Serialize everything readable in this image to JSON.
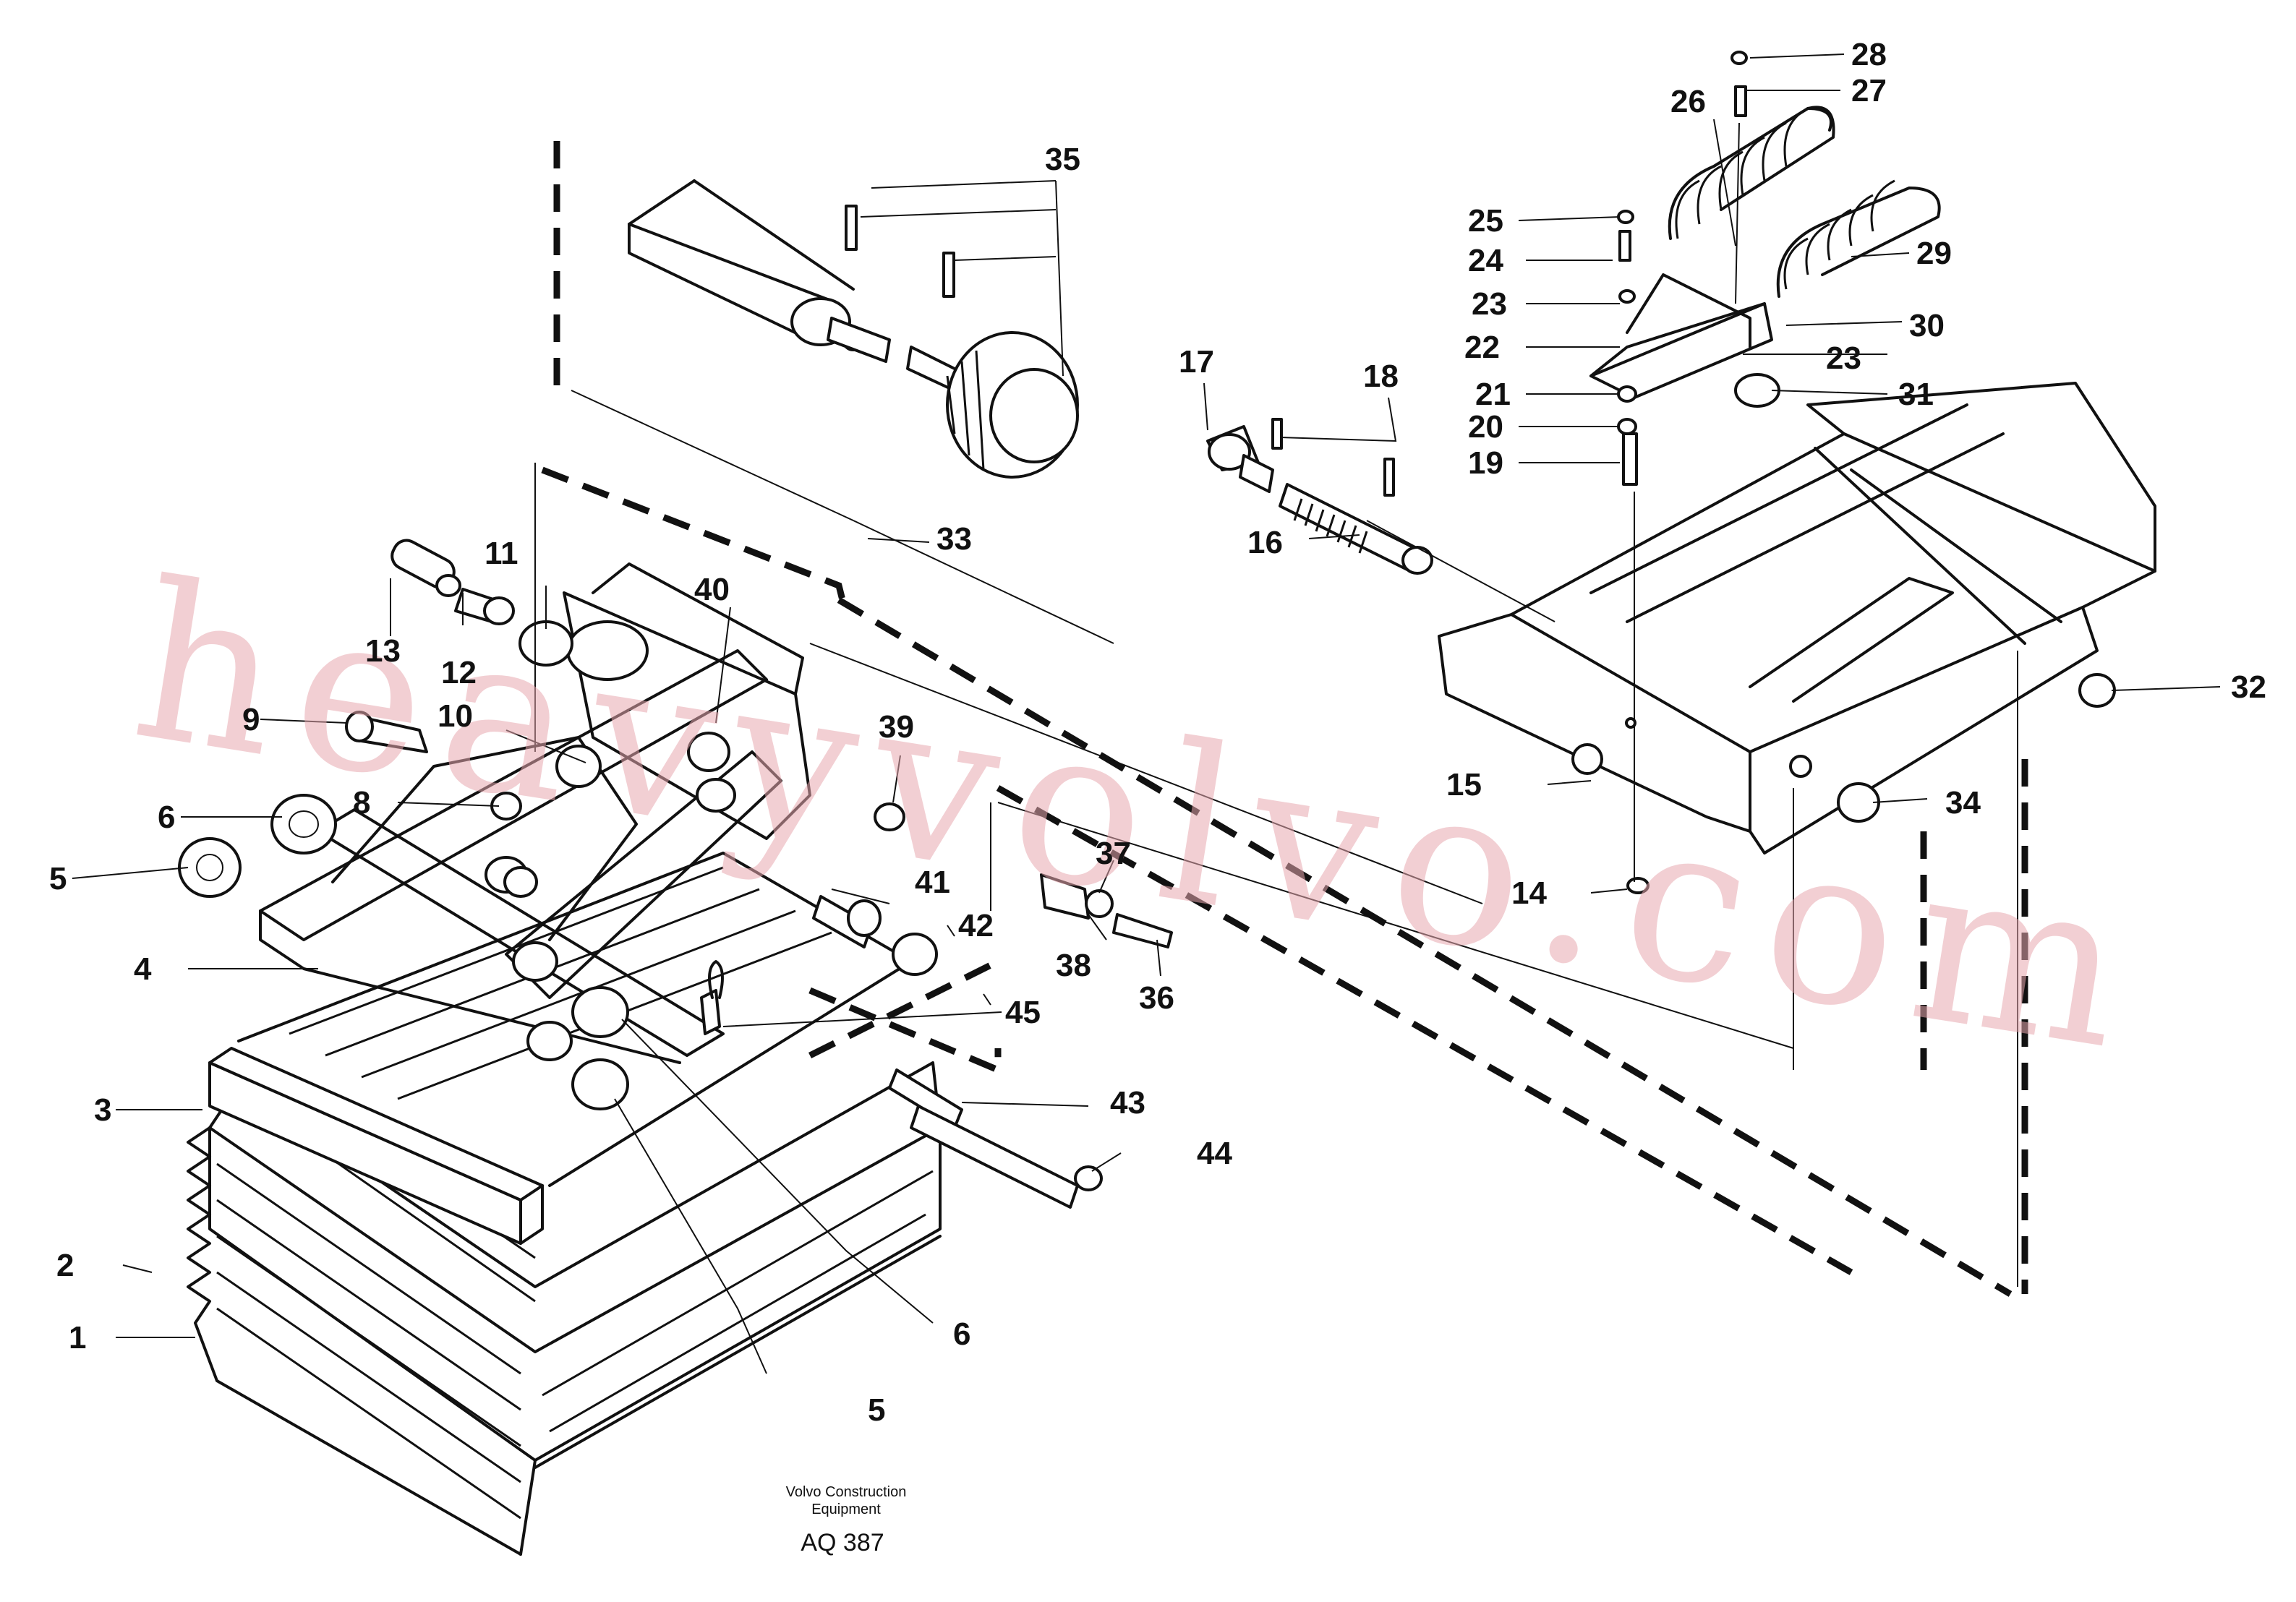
{
  "diagram": {
    "callouts": [
      {
        "id": "c1",
        "label": "1"
      },
      {
        "id": "c2",
        "label": "2"
      },
      {
        "id": "c3",
        "label": "3"
      },
      {
        "id": "c4",
        "label": "4"
      },
      {
        "id": "c5a",
        "label": "5"
      },
      {
        "id": "c5b",
        "label": "5"
      },
      {
        "id": "c6a",
        "label": "6"
      },
      {
        "id": "c6b",
        "label": "6"
      },
      {
        "id": "c8",
        "label": "8"
      },
      {
        "id": "c9",
        "label": "9"
      },
      {
        "id": "c10",
        "label": "10"
      },
      {
        "id": "c11",
        "label": "11"
      },
      {
        "id": "c12",
        "label": "12"
      },
      {
        "id": "c13",
        "label": "13"
      },
      {
        "id": "c14",
        "label": "14"
      },
      {
        "id": "c15",
        "label": "15"
      },
      {
        "id": "c16",
        "label": "16"
      },
      {
        "id": "c17",
        "label": "17"
      },
      {
        "id": "c18",
        "label": "18"
      },
      {
        "id": "c19",
        "label": "19"
      },
      {
        "id": "c20",
        "label": "20"
      },
      {
        "id": "c21",
        "label": "21"
      },
      {
        "id": "c22",
        "label": "22"
      },
      {
        "id": "c23a",
        "label": "23"
      },
      {
        "id": "c23b",
        "label": "23"
      },
      {
        "id": "c24",
        "label": "24"
      },
      {
        "id": "c25",
        "label": "25"
      },
      {
        "id": "c26",
        "label": "26"
      },
      {
        "id": "c27",
        "label": "27"
      },
      {
        "id": "c28",
        "label": "28"
      },
      {
        "id": "c29",
        "label": "29"
      },
      {
        "id": "c30",
        "label": "30"
      },
      {
        "id": "c31",
        "label": "31"
      },
      {
        "id": "c32",
        "label": "32"
      },
      {
        "id": "c33",
        "label": "33"
      },
      {
        "id": "c34",
        "label": "34"
      },
      {
        "id": "c35",
        "label": "35"
      },
      {
        "id": "c36",
        "label": "36"
      },
      {
        "id": "c37",
        "label": "37"
      },
      {
        "id": "c38",
        "label": "38"
      },
      {
        "id": "c39",
        "label": "39"
      },
      {
        "id": "c40",
        "label": "40"
      },
      {
        "id": "c41",
        "label": "41"
      },
      {
        "id": "c42",
        "label": "42"
      },
      {
        "id": "c43",
        "label": "43"
      },
      {
        "id": "c44",
        "label": "44"
      },
      {
        "id": "c45",
        "label": "45"
      }
    ],
    "credit_line1": "Volvo Construction",
    "credit_line2": "Equipment",
    "drawing_code": "AQ 387",
    "watermark": "heavyvolvo.com"
  }
}
